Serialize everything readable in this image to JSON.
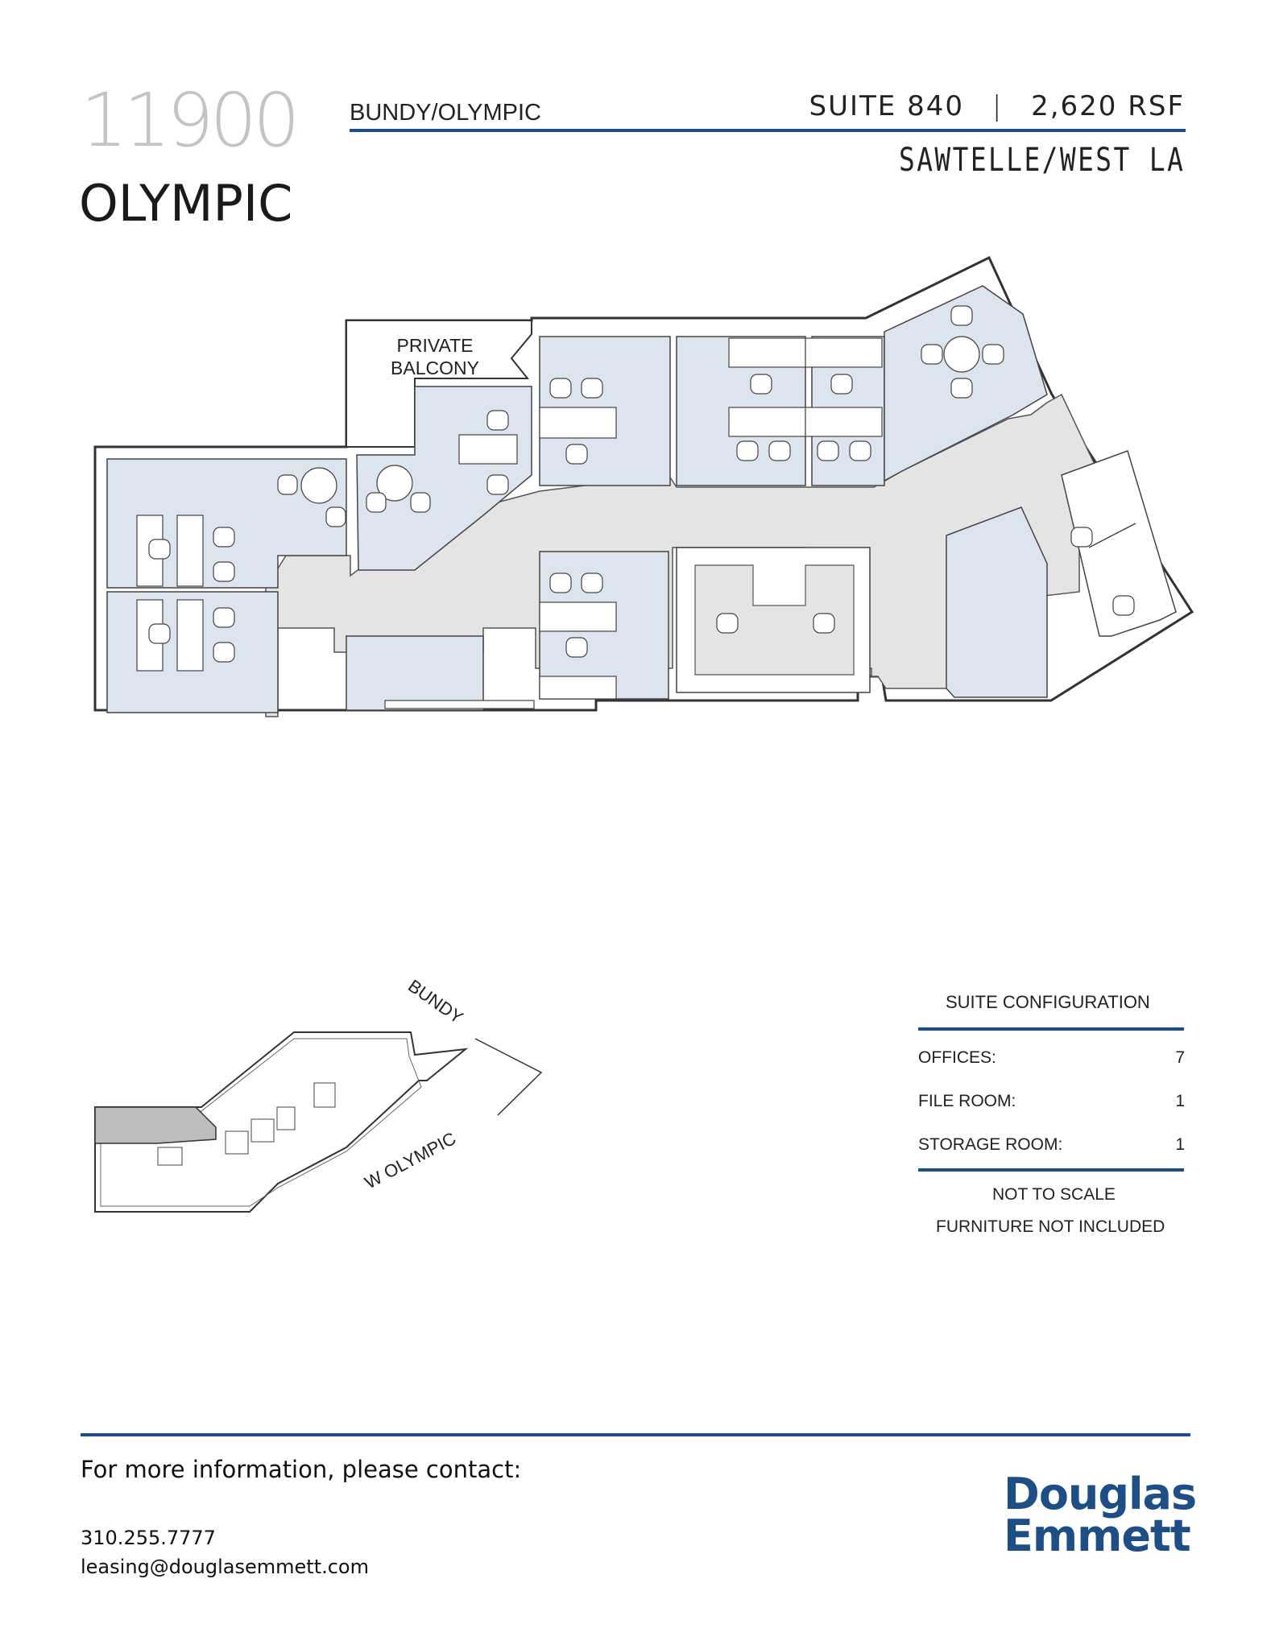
{
  "building": {
    "number": "11900",
    "name": "OLYMPIC"
  },
  "header": {
    "submarket_label": "BUNDY/OLYMPIC",
    "suite": "SUITE 840",
    "separator": "|",
    "size": "2,620 RSF",
    "area": "SAWTELLE/WEST LA"
  },
  "floorplan": {
    "balcony_label": "PRIVATE BALCONY",
    "balcony_line1": "PRIVATE",
    "balcony_line2": "BALCONY"
  },
  "keyplan": {
    "street_north": "BUNDY",
    "street_south": "W OLYMPIC"
  },
  "suite_configuration": {
    "title": "SUITE CONFIGURATION",
    "rows": [
      {
        "label": "OFFICES:",
        "value": "7"
      },
      {
        "label": "FILE ROOM:",
        "value": "1"
      },
      {
        "label": "STORAGE ROOM:",
        "value": "1"
      }
    ],
    "notes": [
      "NOT TO SCALE",
      "FURNITURE NOT INCLUDED"
    ]
  },
  "contact": {
    "heading": "For more information, please contact:",
    "phone": "310.255.7777",
    "email": "leasing@douglasemmett.com"
  },
  "logo": {
    "line1": "Douglas",
    "line2": "Emmett"
  },
  "colors": {
    "accent": "#1d4f86",
    "room_fill": "#dce4ee",
    "corridor_fill": "#e4e4e4"
  }
}
